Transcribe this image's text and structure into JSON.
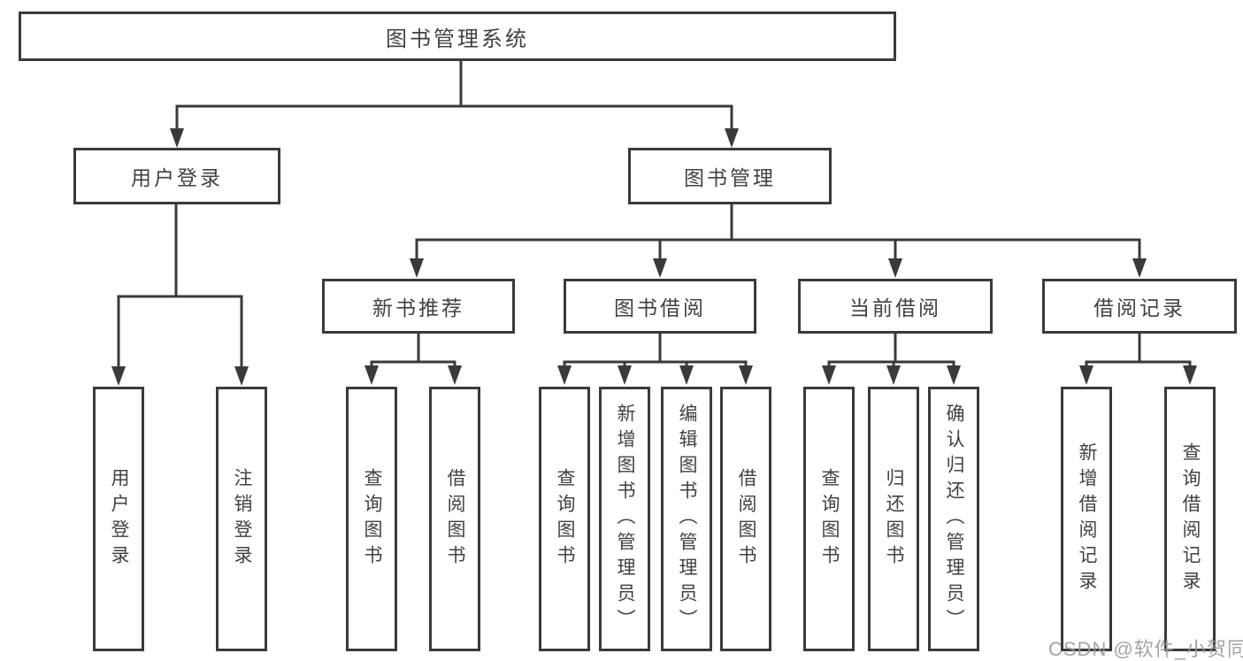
{
  "diagram": {
    "watermark": "CSDN @软件_小贺同学",
    "colors": {
      "line": "#3a3a3a",
      "text": "#3e4247",
      "background": "#ffffff",
      "watermark": "#9a9a9a"
    },
    "tree": {
      "label": "图书管理系统",
      "children": [
        {
          "label": "用户登录",
          "children": [
            {
              "label": "用户登录"
            },
            {
              "label": "注销登录"
            }
          ]
        },
        {
          "label": "图书管理",
          "children": [
            {
              "label": "新书推荐",
              "children": [
                {
                  "label": "查询图书"
                },
                {
                  "label": "借阅图书"
                }
              ]
            },
            {
              "label": "图书借阅",
              "children": [
                {
                  "label": "查询图书"
                },
                {
                  "label": "新增图书（管理员）"
                },
                {
                  "label": "编辑图书（管理员）"
                },
                {
                  "label": "借阅图书"
                }
              ]
            },
            {
              "label": "当前借阅",
              "children": [
                {
                  "label": "查询图书"
                },
                {
                  "label": "归还图书"
                },
                {
                  "label": "确认归还（管理员）"
                }
              ]
            },
            {
              "label": "借阅记录",
              "children": [
                {
                  "label": "新增借阅记录"
                },
                {
                  "label": "查询借阅记录"
                }
              ]
            }
          ]
        }
      ]
    }
  }
}
